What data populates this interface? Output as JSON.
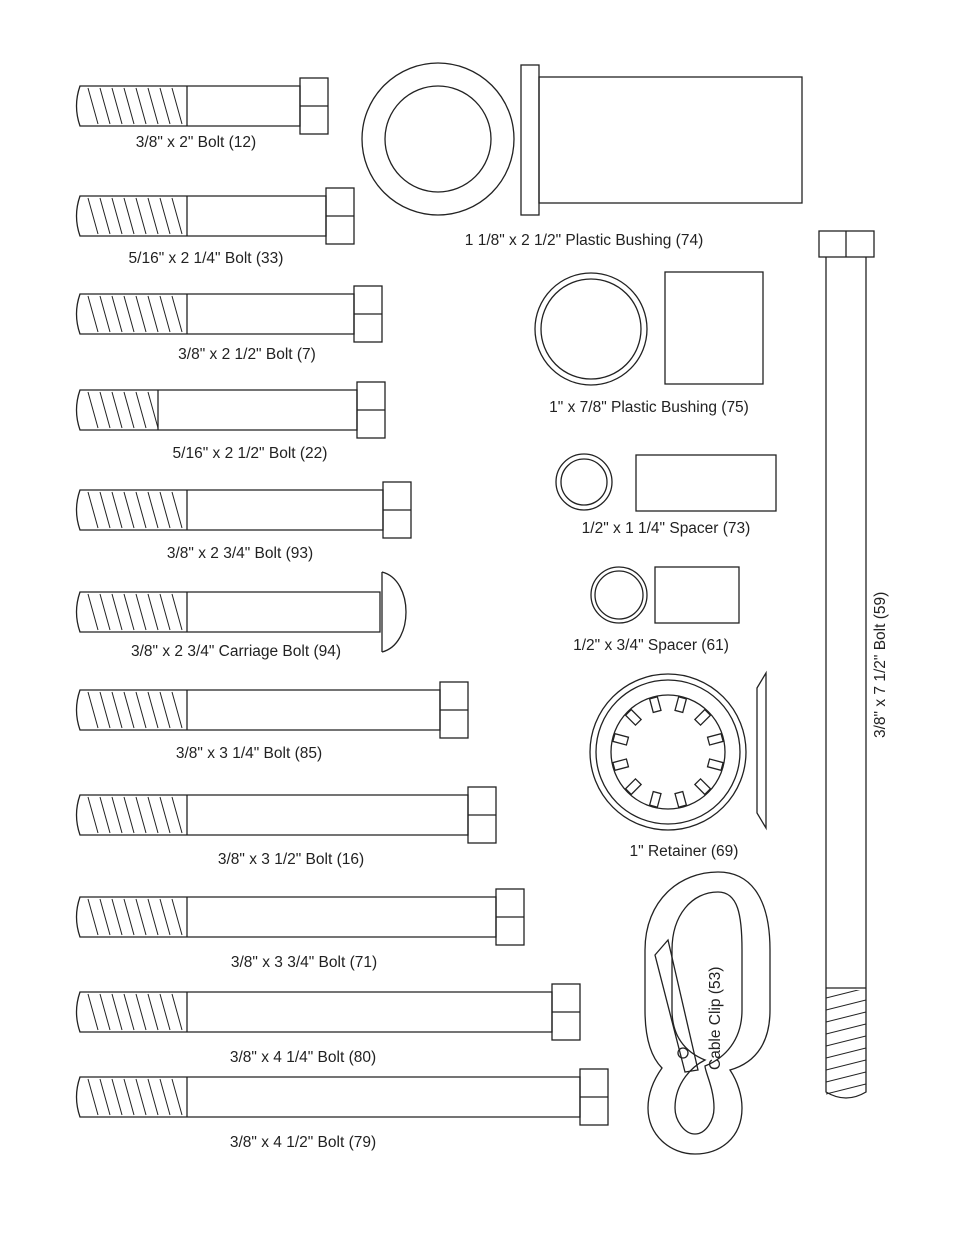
{
  "bolts": [
    {
      "label": "3/8\" x 2\" Bolt (12)"
    },
    {
      "label": "5/16\" x 2 1/4\" Bolt (33)"
    },
    {
      "label": "3/8\" x 2 1/2\"  Bolt (7)"
    },
    {
      "label": "5/16\" x 2 1/2\" Bolt (22)"
    },
    {
      "label": "3/8\" x 2 3/4\" Bolt (93)"
    },
    {
      "label": "3/8\" x 2 3/4\" Carriage Bolt (94)"
    },
    {
      "label": "3/8\" x 3 1/4\" Bolt (85)"
    },
    {
      "label": "3/8\" x 3 1/2\" Bolt (16)"
    },
    {
      "label": "3/8\" x 3 3/4\" Bolt (71)"
    },
    {
      "label": "3/8\" x 4 1/4\" Bolt (80)"
    },
    {
      "label": "3/8\" x 4 1/2\" Bolt (79)"
    }
  ],
  "parts": {
    "bushing_74": "1 1/8\" x 2 1/2\" Plastic Bushing (74)",
    "bushing_75": "1\" x 7/8\" Plastic Bushing (75)",
    "spacer_73": "1/2\" x 1 1/4\" Spacer (73)",
    "spacer_61": "1/2\" x 3/4\" Spacer (61)",
    "retainer_69": "1\" Retainer (69)",
    "cable_clip_53": "Cable Clip (53)",
    "bolt_59": "3/8\" x 7 1/2\" Bolt (59)"
  }
}
